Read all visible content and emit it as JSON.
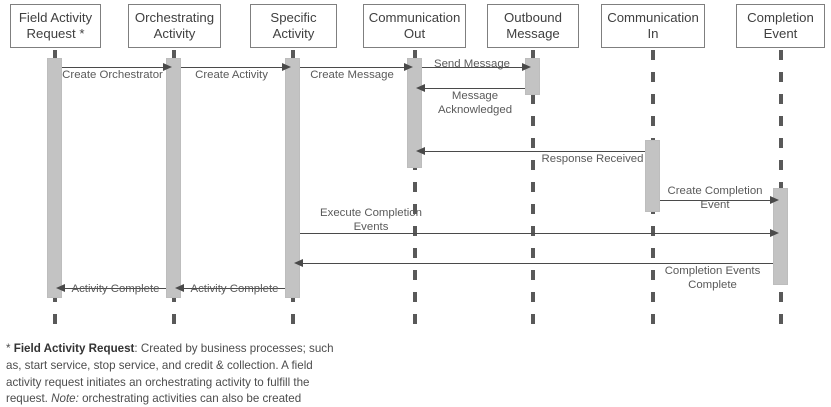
{
  "diagram": {
    "title": "Field Activity Request Sequence Diagram",
    "type": "sequence-diagram",
    "colors": {
      "activation_fill": "#c3c3c3",
      "lifeline": "#595959",
      "arrow": "#4a4a4a",
      "box_border": "#7f7f7f",
      "text": "#595959",
      "background": "#ffffff"
    },
    "actors": [
      {
        "id": "field-activity-request",
        "label": "Field Activity\nRequest *",
        "line1": "Field Activity",
        "line2": "Request *"
      },
      {
        "id": "orchestrating-activity",
        "label": "Orchestrating\nActivity",
        "line1": "Orchestrating",
        "line2": "Activity"
      },
      {
        "id": "specific-activity",
        "label": "Specific\nActivity",
        "line1": "Specific",
        "line2": "Activity"
      },
      {
        "id": "communication-out",
        "label": "Communication\nOut",
        "line1": "Communication",
        "line2": "Out"
      },
      {
        "id": "outbound-message",
        "label": "Outbound\nMessage",
        "line1": "Outbound",
        "line2": "Message"
      },
      {
        "id": "communication-in",
        "label": "Communication\nIn",
        "line1": "Communication",
        "line2": "In"
      },
      {
        "id": "completion-event",
        "label": "Completion\nEvent",
        "line1": "Completion",
        "line2": "Event"
      }
    ],
    "messages": [
      {
        "id": "create-orchestrator",
        "label": "Create Orchestrator",
        "from": "field-activity-request",
        "to": "orchestrating-activity",
        "direction": "right"
      },
      {
        "id": "create-activity",
        "label": "Create Activity",
        "from": "orchestrating-activity",
        "to": "specific-activity",
        "direction": "right"
      },
      {
        "id": "create-message",
        "label": "Create Message",
        "from": "specific-activity",
        "to": "communication-out",
        "direction": "right"
      },
      {
        "id": "send-message",
        "label": "Send Message",
        "from": "communication-out",
        "to": "outbound-message",
        "direction": "right"
      },
      {
        "id": "message-acknowledged",
        "label": "Message\nAcknowledged",
        "from": "outbound-message",
        "to": "communication-out",
        "direction": "left"
      },
      {
        "id": "response-received",
        "label": "Response Received",
        "from": "communication-in",
        "to": "communication-out",
        "direction": "left"
      },
      {
        "id": "create-completion-event",
        "label": "Create Completion Event",
        "from": "communication-in",
        "to": "completion-event",
        "direction": "right"
      },
      {
        "id": "execute-completion-events",
        "label": "Execute Completion\nEvents",
        "from": "specific-activity",
        "to": "completion-event",
        "direction": "right"
      },
      {
        "id": "completion-events-complete",
        "label": "Completion Events\nComplete",
        "from": "completion-event",
        "to": "specific-activity",
        "direction": "left"
      },
      {
        "id": "activity-complete-specific",
        "label": "Activity Complete",
        "from": "specific-activity",
        "to": "orchestrating-activity",
        "direction": "left"
      },
      {
        "id": "activity-complete-orchestrating",
        "label": "Activity Complete",
        "from": "orchestrating-activity",
        "to": "field-activity-request",
        "direction": "left"
      }
    ],
    "footnote": {
      "marker": "* ",
      "term": "Field Activity Request",
      "body": ": Created by business processes; such as, start service, stop service, and credit & collection. A field activity request initiates an orchestrating activity to fulfill the request. ",
      "note_label": "Note:",
      "note_body": " orchestrating activities can also be created manually and through external application requests."
    }
  }
}
